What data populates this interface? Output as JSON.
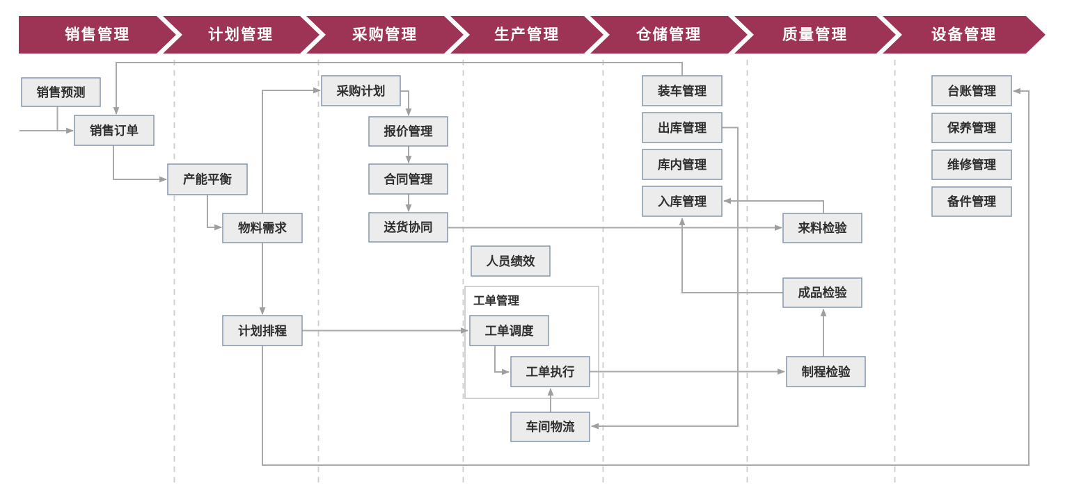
{
  "banner": {
    "items": [
      {
        "label": "销售管理"
      },
      {
        "label": "计划管理"
      },
      {
        "label": "采购管理"
      },
      {
        "label": "生产管理"
      },
      {
        "label": "仓储管理"
      },
      {
        "label": "质量管理"
      },
      {
        "label": "设备管理"
      }
    ]
  },
  "groups": {
    "work_order": {
      "label": "工单管理"
    }
  },
  "nodes": {
    "sales_forecast": {
      "label": "销售预测"
    },
    "sales_order": {
      "label": "销售订单"
    },
    "capacity_balance": {
      "label": "产能平衡"
    },
    "material_demand": {
      "label": "物料需求"
    },
    "plan_scheduling": {
      "label": "计划排程"
    },
    "purchase_plan": {
      "label": "采购计划"
    },
    "quote_management": {
      "label": "报价管理"
    },
    "contract_management": {
      "label": "合同管理"
    },
    "delivery_collaboration": {
      "label": "送货协同"
    },
    "personnel_performance": {
      "label": "人员绩效"
    },
    "work_order_dispatch": {
      "label": "工单调度"
    },
    "work_order_execution": {
      "label": "工单执行"
    },
    "workshop_logistics": {
      "label": "车间物流"
    },
    "loading_management": {
      "label": "装车管理"
    },
    "outbound_management": {
      "label": "出库管理"
    },
    "warehouse_internal_management": {
      "label": "库内管理"
    },
    "inbound_management": {
      "label": "入库管理"
    },
    "incoming_inspection": {
      "label": "来料检验"
    },
    "finished_goods_inspection": {
      "label": "成品检验"
    },
    "process_inspection": {
      "label": "制程检验"
    },
    "ledger_management": {
      "label": "台账管理"
    },
    "maintenance_management": {
      "label": "保养管理"
    },
    "repair_management": {
      "label": "维修管理"
    },
    "spare_parts_management": {
      "label": "备件管理"
    }
  },
  "colors": {
    "banner_fill": "#9d3456",
    "banner_text": "#ffffff",
    "box_fill": "#ececec",
    "box_border": "#8496ab",
    "connector": "#a9a9a9",
    "divider": "#cdcdcd"
  }
}
